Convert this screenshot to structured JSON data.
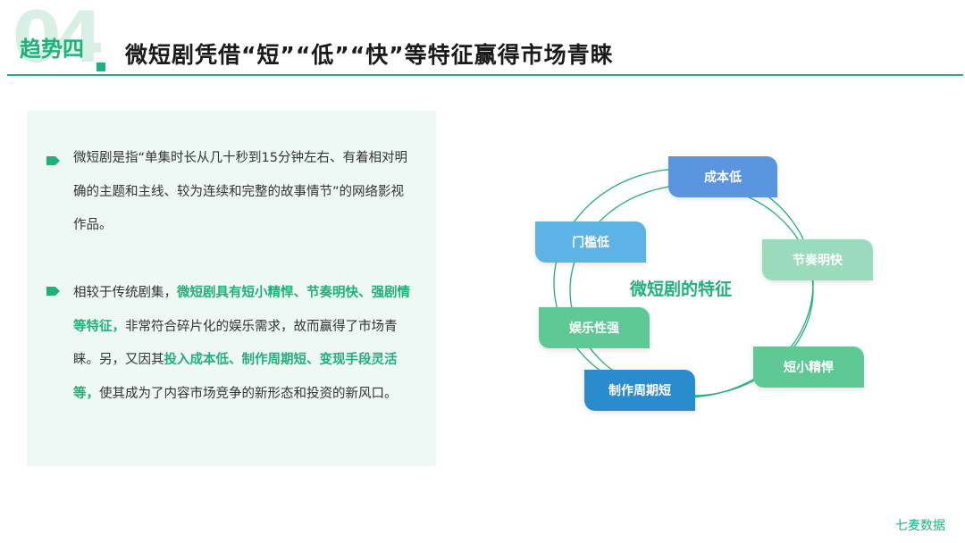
{
  "header": {
    "number": "04",
    "section_tag": "趋势四",
    "title": "微短剧凭借“短”“低”“快”等特征赢得市场青睐"
  },
  "paragraphs": [
    {
      "segments": [
        {
          "text": "微短剧是指“单集时长从几十秒到15分钟左右、有着相对明确的主题和主线、较为连续和完整的故事情节”的网络影视作品。",
          "highlight": false
        }
      ]
    },
    {
      "segments": [
        {
          "text": "相较于传统剧集，",
          "highlight": false
        },
        {
          "text": "微短剧具有短小精悍、节奏明快、强剧情等特征，",
          "highlight": true
        },
        {
          "text": "非常符合碎片化的娱乐需求，故而赢得了市场青睐。另，又因其",
          "highlight": false
        },
        {
          "text": "投入成本低、制作周期短、变现手段灵活等，",
          "highlight": true
        },
        {
          "text": "使其成为了内容市场竞争的新形态和投资的新风口。",
          "highlight": false
        }
      ]
    }
  ],
  "diagram": {
    "center": "微短剧的特征",
    "nodes": [
      "成本低",
      "节奏明快",
      "短小精悍",
      "制作周期短",
      "娱乐性强",
      "门槛低"
    ]
  },
  "colors": {
    "accent": "#22b07a",
    "node_blue": "#5b95e0",
    "node_light_green": "#9adbbd",
    "node_green": "#5ec995",
    "node_dark_blue": "#2a8bcd",
    "node_sky": "#5db2e6"
  },
  "brand": "七麦数据"
}
